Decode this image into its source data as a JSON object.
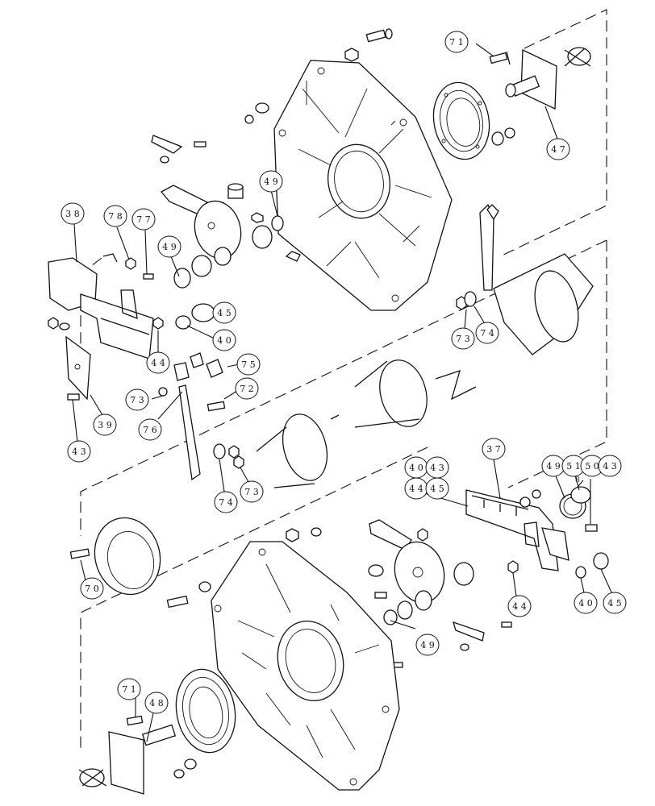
{
  "callouts": {
    "c71_top": "7 1",
    "c47": "4 7",
    "c38": "3 8",
    "c78": "7 8",
    "c77": "7 7",
    "c49_a": "4 9",
    "c49_b": "4 9",
    "c45_a": "4 5",
    "c40_a": "4 0",
    "c44_a": "4 4",
    "c75": "7 5",
    "c72": "7 2",
    "c73_a": "7 3",
    "c76": "7 6",
    "c39": "3 9",
    "c43_a": "4 3",
    "c73_b": "7 3",
    "c74_a": "7 4",
    "c74_b": "7 4",
    "c73_c": "7 3",
    "c37": "3 7",
    "c40_b": "4 0",
    "c43_b": "4 3",
    "c44_b": "4 4",
    "c45_b": "4 5",
    "c49_c": "4 9",
    "c51": "5 1",
    "c8": "8",
    "c50": "5 0",
    "c43_c": "4 3",
    "c70": "7 0",
    "c49_d": "4 9",
    "c44_c": "4 4",
    "c40_c": "4 0",
    "c45_c": "4 5",
    "c71_bottom": "7 1",
    "c48": "4 8"
  }
}
